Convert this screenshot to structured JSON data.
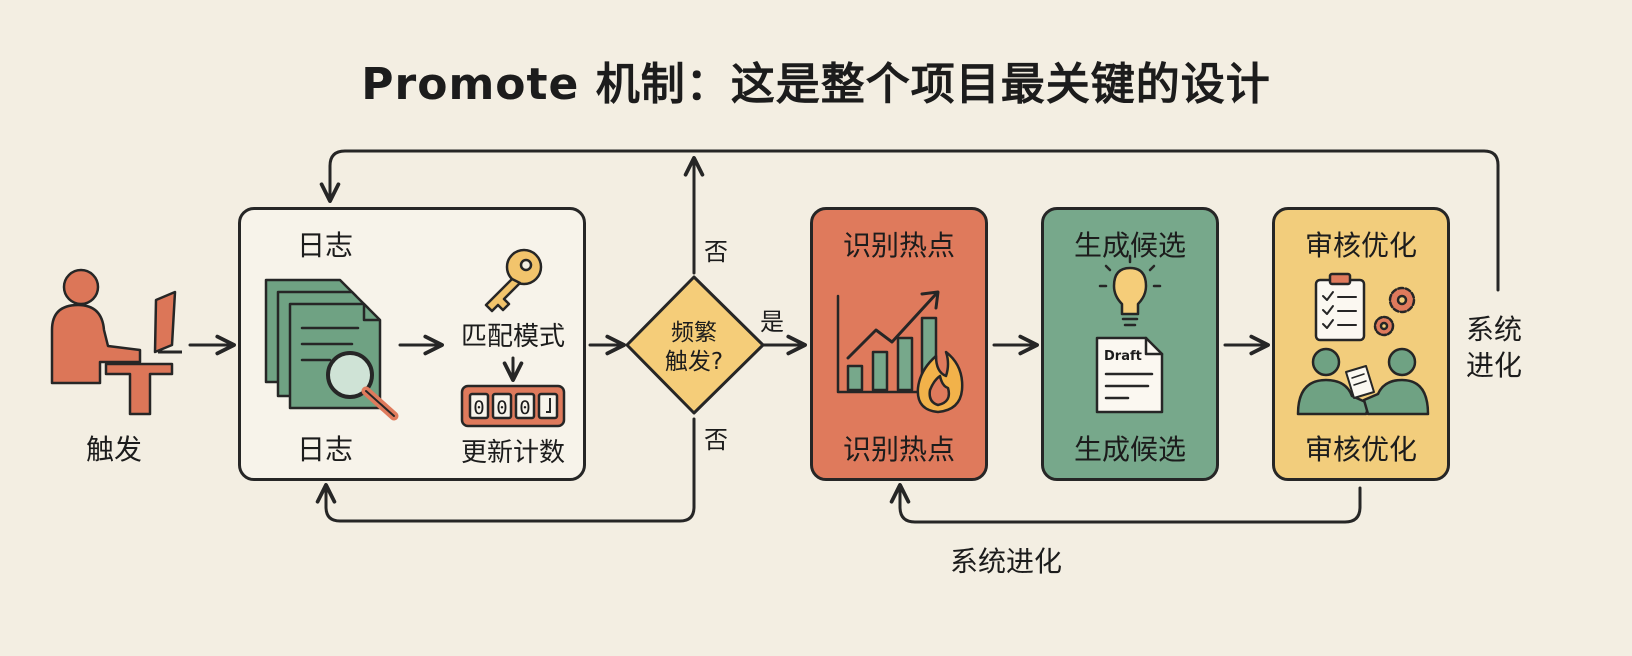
{
  "title": "Promote 机制：这是整个项目最关键的设计",
  "colors": {
    "background": "#f3eee2",
    "person": "#dc7658",
    "doc_green": "#6fa283",
    "hotspot_fill": "#df7a5c",
    "candidate_fill": "#77a88b",
    "review_fill": "#f2cd7c",
    "decision_fill": "#f5cd79",
    "stroke": "#262626"
  },
  "trigger": {
    "label": "触发",
    "icon": "person-at-computer-icon"
  },
  "log_module": {
    "top_label": "日志",
    "bottom_label": "日志",
    "match_label": "匹配模式",
    "counter_label": "更新计数",
    "counter_digits": [
      "0",
      "0",
      "0"
    ],
    "icons": [
      "documents-magnifier-icon",
      "key-icon",
      "counter-icon"
    ]
  },
  "decision": {
    "text_line1": "频繁",
    "text_line2": "触发?",
    "yes_label": "是",
    "no_label_top": "否",
    "no_label_bottom": "否"
  },
  "stages": [
    {
      "top_label": "识别热点",
      "bottom_label": "识别热点",
      "icon": "rising-chart-fire-icon"
    },
    {
      "top_label": "生成候选",
      "bottom_label": "生成候选",
      "icon": "lightbulb-draft-icon",
      "doc_text": "Draft"
    },
    {
      "top_label": "审核优化",
      "bottom_label": "审核优化",
      "icon": "checklist-gears-people-icon"
    }
  ],
  "evolution": {
    "right_line1": "系统",
    "right_line2": "进化",
    "bottom_label": "系统进化"
  }
}
